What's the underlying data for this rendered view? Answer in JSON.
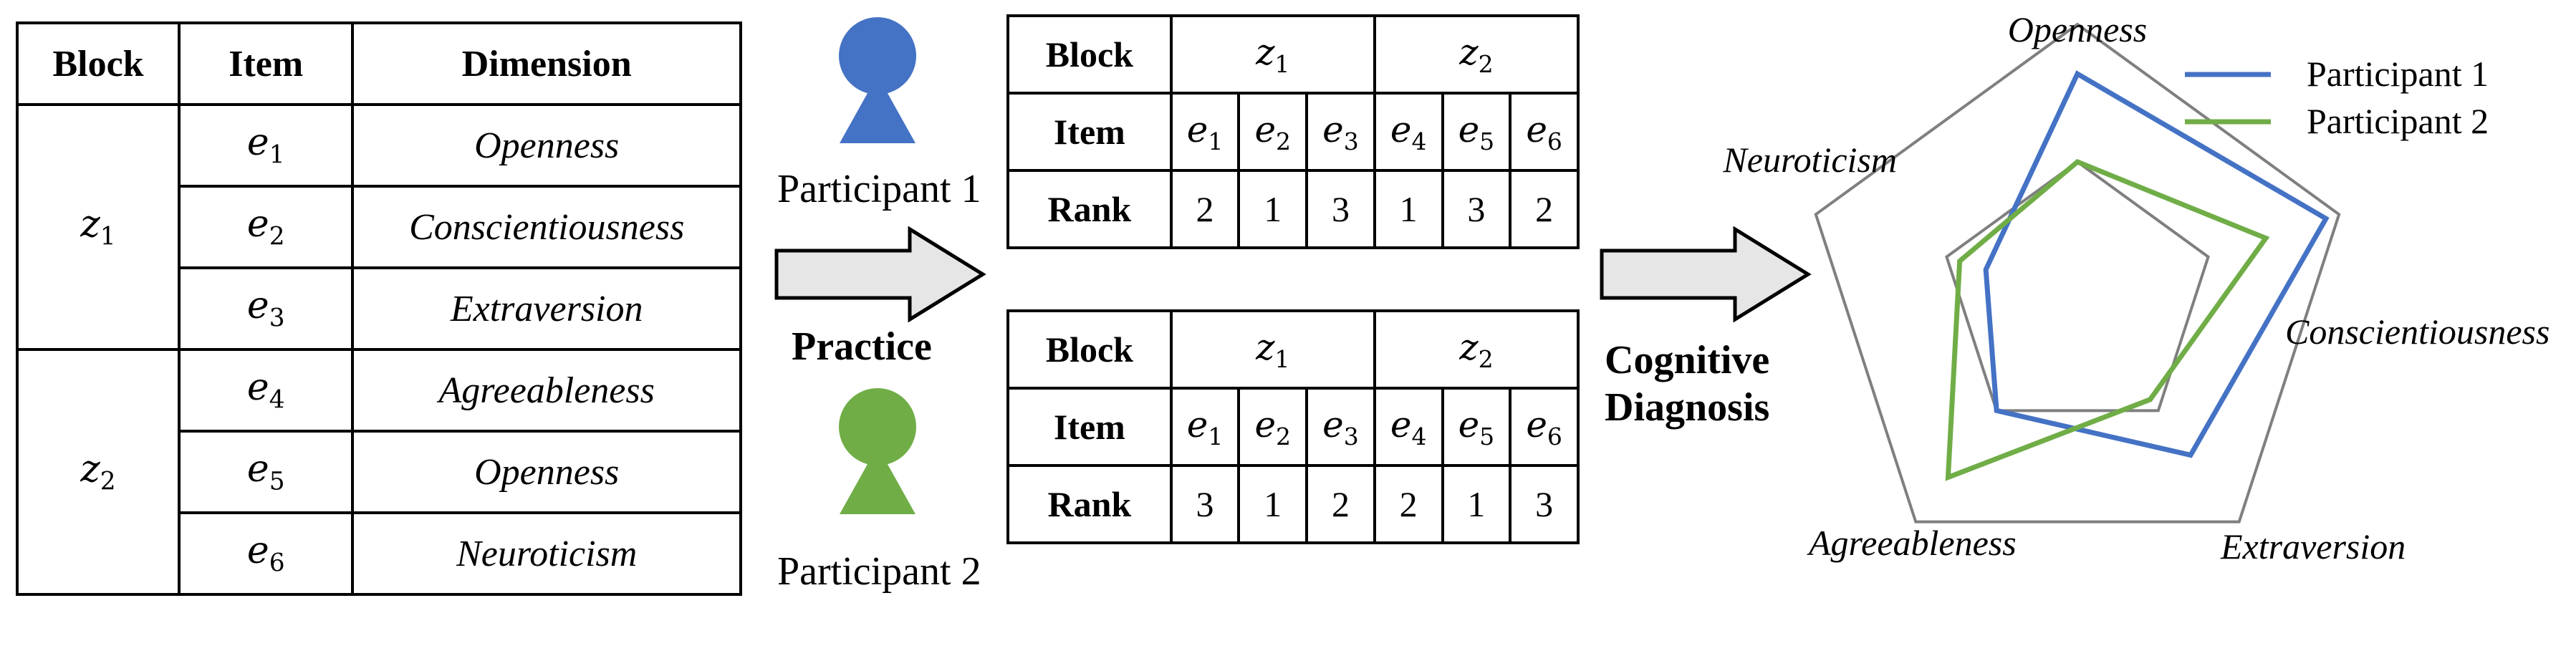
{
  "left_table": {
    "headers": [
      "Block",
      "Item",
      "Dimension"
    ],
    "blocks": [
      {
        "var": "z",
        "sub": "1",
        "rows": [
          {
            "item_var": "e",
            "item_sub": "1",
            "dimension": "Openness"
          },
          {
            "item_var": "e",
            "item_sub": "2",
            "dimension": "Conscientiousness"
          },
          {
            "item_var": "e",
            "item_sub": "3",
            "dimension": "Extraversion"
          }
        ]
      },
      {
        "var": "z",
        "sub": "2",
        "rows": [
          {
            "item_var": "e",
            "item_sub": "4",
            "dimension": "Agreeableness"
          },
          {
            "item_var": "e",
            "item_sub": "5",
            "dimension": "Openness"
          },
          {
            "item_var": "e",
            "item_sub": "6",
            "dimension": "Neuroticism"
          }
        ]
      }
    ]
  },
  "participants": [
    {
      "name": "Participant 1",
      "color": "#4472c4"
    },
    {
      "name": "Participant 2",
      "color": "#70ad47"
    }
  ],
  "practice_label": "Practice",
  "diagnosis_label_line1": "Cognitive",
  "diagnosis_label_line2": "Diagnosis",
  "rank_tables": [
    {
      "labels": {
        "block": "Block",
        "item": "Item",
        "rank": "Rank"
      },
      "blocks": [
        {
          "var": "z",
          "sub": "1"
        },
        {
          "var": "z",
          "sub": "2"
        }
      ],
      "items": [
        {
          "var": "e",
          "sub": "1"
        },
        {
          "var": "e",
          "sub": "2"
        },
        {
          "var": "e",
          "sub": "3"
        },
        {
          "var": "e",
          "sub": "4"
        },
        {
          "var": "e",
          "sub": "5"
        },
        {
          "var": "e",
          "sub": "6"
        }
      ],
      "ranks": [
        "2",
        "1",
        "3",
        "1",
        "3",
        "2"
      ]
    },
    {
      "labels": {
        "block": "Block",
        "item": "Item",
        "rank": "Rank"
      },
      "blocks": [
        {
          "var": "z",
          "sub": "1"
        },
        {
          "var": "z",
          "sub": "2"
        }
      ],
      "items": [
        {
          "var": "e",
          "sub": "1"
        },
        {
          "var": "e",
          "sub": "2"
        },
        {
          "var": "e",
          "sub": "3"
        },
        {
          "var": "e",
          "sub": "4"
        },
        {
          "var": "e",
          "sub": "5"
        },
        {
          "var": "e",
          "sub": "6"
        }
      ],
      "ranks": [
        "3",
        "1",
        "2",
        "2",
        "1",
        "3"
      ]
    }
  ],
  "radar": {
    "axes": [
      "Openness",
      "Conscientiousness",
      "Extraversion",
      "Agreeableness",
      "Neuroticism"
    ],
    "rings": [
      0.5,
      1.0
    ],
    "ring_color": "#7f7f7f",
    "legend": [
      "Participant 1",
      "Participant 2"
    ],
    "series": [
      {
        "color": "#4472c4",
        "values": [
          0.82,
          0.95,
          0.7,
          0.5,
          0.35
        ]
      },
      {
        "color": "#70ad47",
        "values": [
          0.5,
          0.72,
          0.45,
          0.8,
          0.45
        ]
      }
    ]
  }
}
